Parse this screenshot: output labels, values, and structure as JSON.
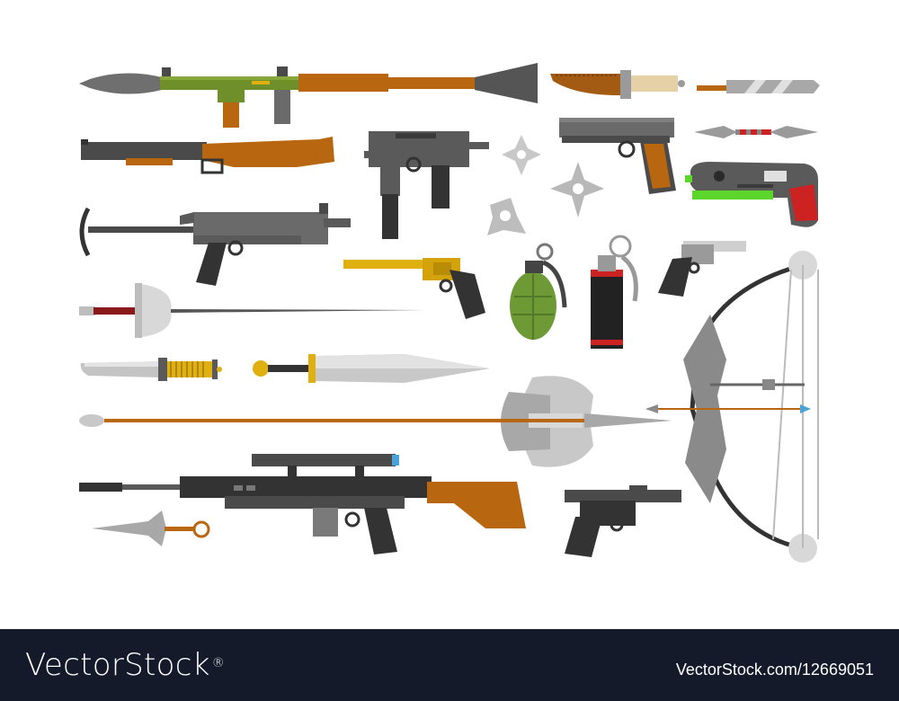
{
  "illustration": {
    "subject": "weapons-collection",
    "colors": {
      "steel": "#8a8a8a",
      "dark_steel": "#4a4a4a",
      "light_steel": "#cfcfcf",
      "wood": "#b8660f",
      "olive": "#6f8f2a",
      "gold": "#e0b010",
      "red": "#cc2222",
      "green_grenade": "#6e9a36",
      "cyan": "#4aa3d8"
    },
    "items": [
      "rpg-launcher",
      "combat-knife",
      "throwing-knife",
      "sawed-off-shotgun",
      "uzi-smg",
      "shuriken",
      "pistol",
      "kunai-double",
      "laser-blaster",
      "crossbow-rifle",
      "revolver-gold",
      "hand-grenade",
      "smoke-grenade",
      "revolver-small",
      "fencing-foil",
      "compound-bow",
      "dagger",
      "broadsword",
      "spear",
      "battle-axe",
      "sniper-rifle",
      "kunai",
      "mauser-pistol"
    ]
  },
  "footer": {
    "brand": "VectorStock",
    "trademark": "®",
    "image_id": "VectorStock.com/12669051",
    "background": "#141a2a"
  }
}
